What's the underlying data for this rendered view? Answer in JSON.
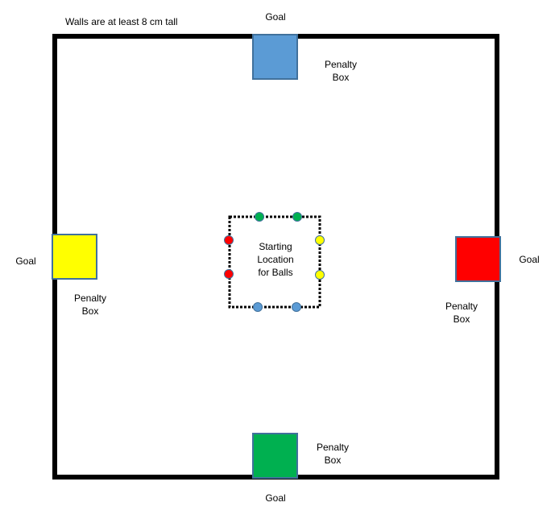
{
  "note": "Walls are at least 8 cm tall",
  "goal_label": "Goal",
  "penalty_box_label": {
    "line1": "Penalty",
    "line2": "Box"
  },
  "start_area_label": {
    "line1": "Starting",
    "line2": "Location",
    "line3": "for Balls"
  },
  "colors": {
    "blue": "#5b9bd5",
    "yellow": "#ffff00",
    "red": "#ff0000",
    "green": "#00b050",
    "wall": "#000000",
    "box_border": "#41719c"
  },
  "balls": {
    "top": [
      "green",
      "green"
    ],
    "left": [
      "red",
      "red"
    ],
    "right": [
      "yellow",
      "yellow"
    ],
    "bottom": [
      "blue",
      "blue"
    ]
  }
}
